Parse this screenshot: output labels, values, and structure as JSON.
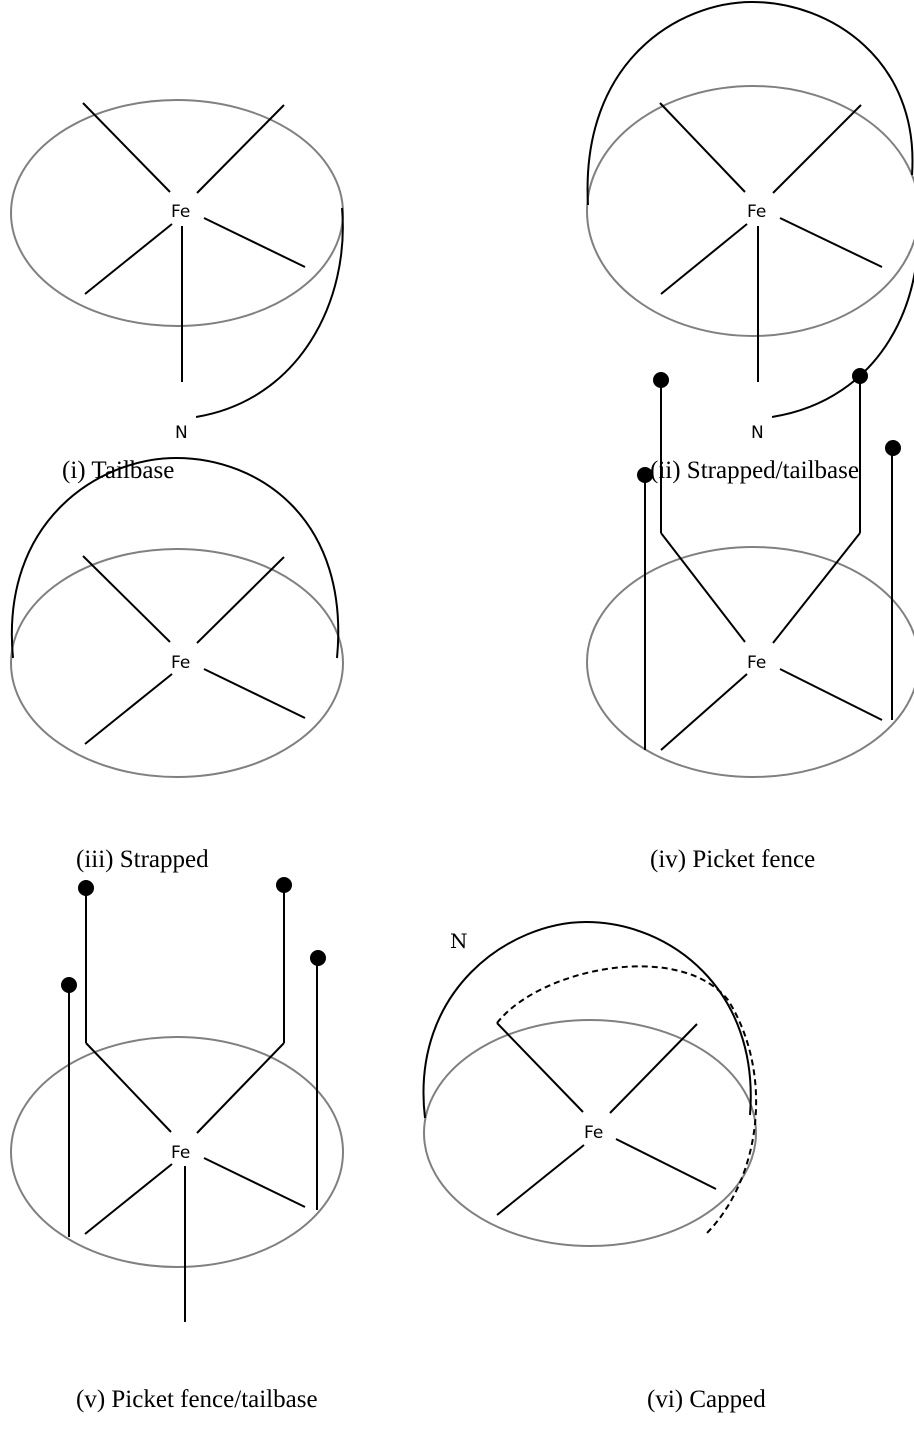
{
  "atoms": {
    "iron": "Fe",
    "nitrogen": "N"
  },
  "captions": {
    "i": "(i) Tailbase",
    "ii": "(ii) Strapped/tailbase",
    "iii": "(iii) Strapped",
    "iv": "(iv) Picket fence",
    "v": "(v) Picket fence/tailbase",
    "vi": "(vi) Capped"
  }
}
